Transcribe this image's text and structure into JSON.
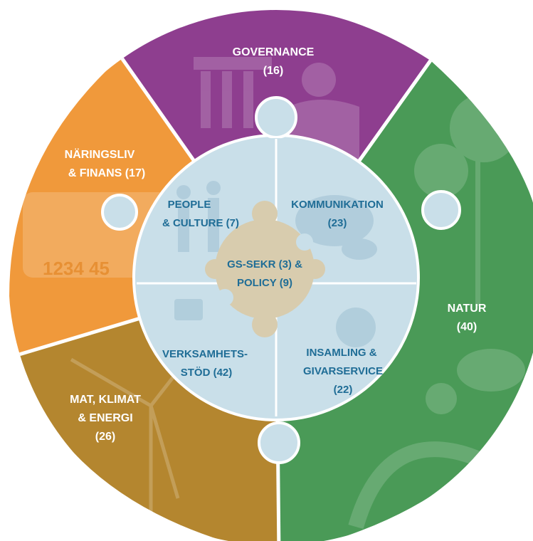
{
  "outer_segments": [
    {
      "key": "governance",
      "lines": [
        "GOVERNANCE",
        "(16)"
      ],
      "color": "#8e3e8f"
    },
    {
      "key": "natur",
      "lines": [
        "NATUR",
        "(40)"
      ],
      "color": "#4a9a57"
    },
    {
      "key": "mat",
      "lines": [
        "MAT, KLIMAT",
        "& ENERGI",
        "(26)"
      ],
      "color": "#b4862f"
    },
    {
      "key": "naringsliv",
      "lines": [
        "NÄRINGSLIV",
        "& FINANS (17)"
      ],
      "color": "#f0993b"
    }
  ],
  "inner_segments": [
    {
      "key": "people",
      "lines": [
        "PEOPLE",
        "& CULTURE (7)"
      ]
    },
    {
      "key": "kommunikation",
      "lines": [
        "KOMMUNIKATION",
        "(23)"
      ]
    },
    {
      "key": "insamling",
      "lines": [
        "INSAMLING &",
        "GIVARSERVICE",
        "(22)"
      ]
    },
    {
      "key": "verksamhet",
      "lines": [
        "VERKSAMHETS-",
        "STÖD (42)"
      ]
    }
  ],
  "center": {
    "lines": [
      "GS-SEKR (3) &",
      "POLICY (9)"
    ]
  },
  "card_number": "1234 45",
  "colors": {
    "inner_ring": "#c9dfe9",
    "inner_text": "#1f6d96",
    "center_fill": "#d8ccae",
    "outer_text": "#ffffff",
    "divider": "#ffffff"
  }
}
